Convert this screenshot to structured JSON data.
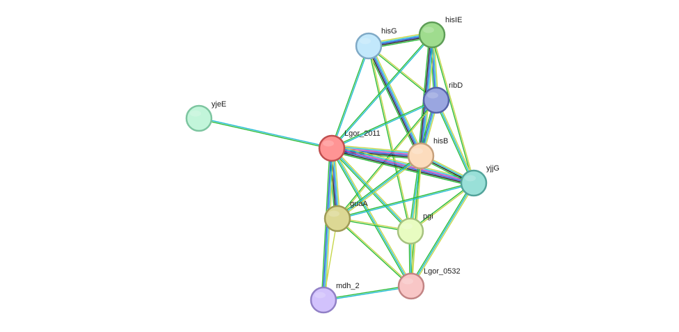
{
  "network": {
    "nodes": [
      {
        "id": "hisG",
        "label": "hisG",
        "fill": "#c2e8fb",
        "stroke": "#7fa9c6"
      },
      {
        "id": "hisIE",
        "label": "hisIE",
        "fill": "#9fdc8e",
        "stroke": "#5e9d57"
      },
      {
        "id": "ribD",
        "label": "ribD",
        "fill": "#9aa6e0",
        "stroke": "#5663a8"
      },
      {
        "id": "yjeE",
        "label": "yjeE",
        "fill": "#c2f5da",
        "stroke": "#7dc5a0"
      },
      {
        "id": "Lgor_2011",
        "label": "Lgor_2011",
        "fill": "#ff9494",
        "stroke": "#c04f4f"
      },
      {
        "id": "hisB",
        "label": "hisB",
        "fill": "#fcdcbd",
        "stroke": "#c6a07c"
      },
      {
        "id": "yjjG",
        "label": "yjjG",
        "fill": "#99e0d8",
        "stroke": "#52a39a"
      },
      {
        "id": "guaA",
        "label": "guaA",
        "fill": "#dcd894",
        "stroke": "#9e9a55"
      },
      {
        "id": "pgi",
        "label": "pgi",
        "fill": "#e8fcc1",
        "stroke": "#a6c27f"
      },
      {
        "id": "Lgor_0532",
        "label": "Lgor_0532",
        "fill": "#f8c6c6",
        "stroke": "#c28484"
      },
      {
        "id": "mdh_2",
        "label": "mdh_2",
        "fill": "#d2c2fc",
        "stroke": "#9180c6"
      }
    ],
    "edge_colors": {
      "database": "#22bcd4",
      "textmining": "#c6d64a",
      "coexpression": "#1a1a1a",
      "experiments": "#c43cb8",
      "homology": "#2b2bd6",
      "fusion": "#e03030",
      "neighborhood": "#2bbb3a",
      "cooccurrence": "#1f4fd8"
    },
    "edges": [
      {
        "from": "yjeE",
        "to": "Lgor_2011",
        "evidence": [
          "database",
          "neighborhood"
        ]
      },
      {
        "from": "hisG",
        "to": "hisIE",
        "evidence": [
          "textmining",
          "database",
          "cooccurrence",
          "coexpression",
          "neighborhood"
        ]
      },
      {
        "from": "hisG",
        "to": "ribD",
        "evidence": [
          "textmining",
          "neighborhood"
        ]
      },
      {
        "from": "hisG",
        "to": "hisB",
        "evidence": [
          "textmining",
          "database",
          "cooccurrence",
          "coexpression",
          "neighborhood"
        ]
      },
      {
        "from": "hisG",
        "to": "Lgor_2011",
        "evidence": [
          "database",
          "neighborhood"
        ]
      },
      {
        "from": "hisG",
        "to": "pgi",
        "evidence": [
          "textmining",
          "neighborhood"
        ]
      },
      {
        "from": "hisIE",
        "to": "ribD",
        "evidence": [
          "textmining",
          "database",
          "cooccurrence",
          "neighborhood"
        ]
      },
      {
        "from": "hisIE",
        "to": "hisB",
        "evidence": [
          "textmining",
          "database",
          "cooccurrence",
          "coexpression",
          "neighborhood"
        ]
      },
      {
        "from": "hisIE",
        "to": "Lgor_2011",
        "evidence": [
          "database",
          "neighborhood"
        ]
      },
      {
        "from": "hisIE",
        "to": "yjjG",
        "evidence": [
          "textmining",
          "neighborhood"
        ]
      },
      {
        "from": "ribD",
        "to": "hisB",
        "evidence": [
          "textmining",
          "database",
          "cooccurrence",
          "neighborhood"
        ]
      },
      {
        "from": "ribD",
        "to": "Lgor_2011",
        "evidence": [
          "database",
          "neighborhood"
        ]
      },
      {
        "from": "ribD",
        "to": "yjjG",
        "evidence": [
          "textmining",
          "database",
          "neighborhood"
        ]
      },
      {
        "from": "ribD",
        "to": "guaA",
        "evidence": [
          "textmining",
          "neighborhood"
        ]
      },
      {
        "from": "Lgor_2011",
        "to": "hisB",
        "evidence": [
          "textmining",
          "database",
          "experiments",
          "cooccurrence",
          "coexpression",
          "neighborhood"
        ]
      },
      {
        "from": "Lgor_2011",
        "to": "yjjG",
        "evidence": [
          "textmining",
          "database",
          "experiments",
          "cooccurrence",
          "coexpression",
          "neighborhood"
        ]
      },
      {
        "from": "Lgor_2011",
        "to": "guaA",
        "evidence": [
          "textmining",
          "database",
          "cooccurrence",
          "coexpression",
          "neighborhood"
        ]
      },
      {
        "from": "Lgor_2011",
        "to": "pgi",
        "evidence": [
          "textmining",
          "database",
          "neighborhood"
        ]
      },
      {
        "from": "Lgor_2011",
        "to": "Lgor_0532",
        "evidence": [
          "textmining",
          "database",
          "neighborhood"
        ]
      },
      {
        "from": "Lgor_2011",
        "to": "mdh_2",
        "evidence": [
          "textmining",
          "database",
          "cooccurrence",
          "neighborhood"
        ]
      },
      {
        "from": "hisB",
        "to": "yjjG",
        "evidence": [
          "textmining",
          "database",
          "coexpression",
          "neighborhood"
        ]
      },
      {
        "from": "hisB",
        "to": "guaA",
        "evidence": [
          "textmining",
          "database",
          "neighborhood"
        ]
      },
      {
        "from": "hisB",
        "to": "pgi",
        "evidence": [
          "textmining",
          "database",
          "neighborhood"
        ]
      },
      {
        "from": "hisB",
        "to": "Lgor_0532",
        "evidence": [
          "textmining",
          "neighborhood"
        ]
      },
      {
        "from": "yjjG",
        "to": "guaA",
        "evidence": [
          "database",
          "neighborhood"
        ]
      },
      {
        "from": "yjjG",
        "to": "pgi",
        "evidence": [
          "textmining",
          "neighborhood"
        ]
      },
      {
        "from": "yjjG",
        "to": "Lgor_0532",
        "evidence": [
          "textmining",
          "database",
          "neighborhood"
        ]
      },
      {
        "from": "guaA",
        "to": "pgi",
        "evidence": [
          "textmining",
          "neighborhood"
        ]
      },
      {
        "from": "guaA",
        "to": "Lgor_0532",
        "evidence": [
          "textmining",
          "neighborhood"
        ]
      },
      {
        "from": "guaA",
        "to": "mdh_2",
        "evidence": [
          "textmining"
        ]
      },
      {
        "from": "pgi",
        "to": "Lgor_0532",
        "evidence": [
          "textmining",
          "database",
          "neighborhood"
        ]
      },
      {
        "from": "Lgor_0532",
        "to": "mdh_2",
        "evidence": [
          "database",
          "neighborhood"
        ]
      }
    ]
  }
}
